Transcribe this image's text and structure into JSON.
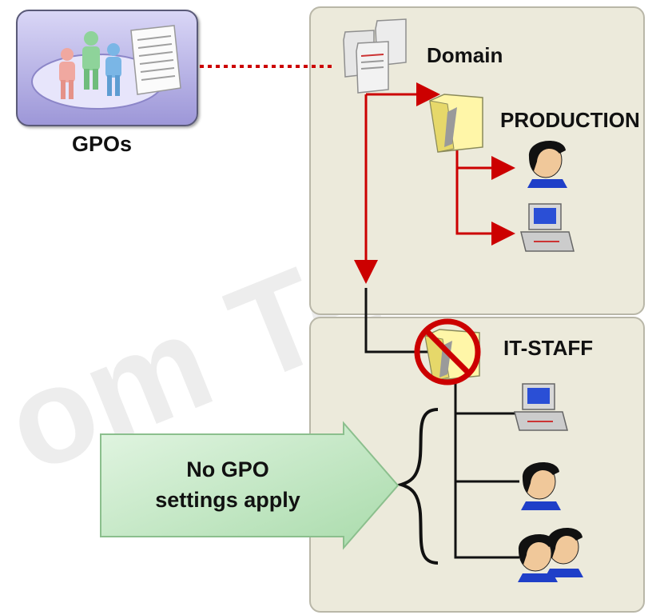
{
  "labels": {
    "gpos": "GPOs",
    "domain": "Domain",
    "production": "PRODUCTION",
    "it_staff": "IT-STAFF",
    "callout_line1": "No GPO",
    "callout_line2": "settings apply"
  },
  "watermark": "om Te",
  "colors": {
    "panel": "#eceadb",
    "link": "#cc0000",
    "blocked_path": "#111111",
    "gpo_box": "#b3aee8",
    "callout": "#c6e8c6",
    "block_sign": "#cc0000"
  },
  "icons": {
    "gpos": "group-policy-icon",
    "domain": "server-cluster-icon",
    "ou": "organizational-unit-folder-icon",
    "user": "user-icon",
    "computer": "computer-icon",
    "users": "user-group-icon",
    "block": "block-inheritance-icon"
  }
}
